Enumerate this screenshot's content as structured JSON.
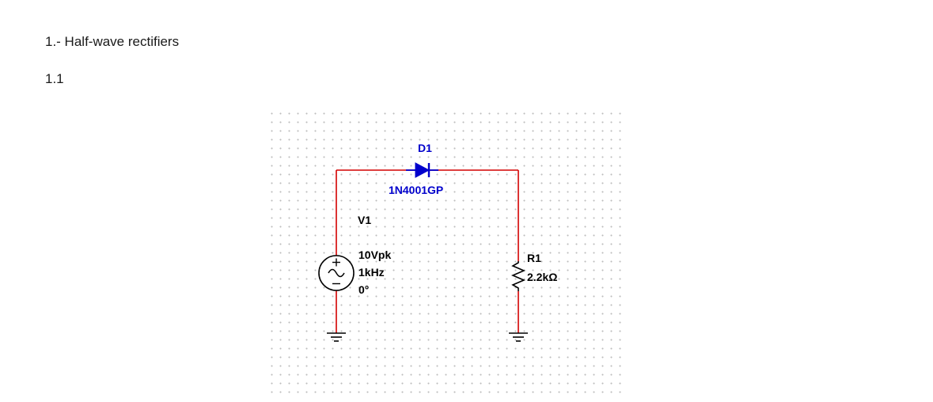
{
  "page": {
    "heading": "1.- Half-wave rectifiers",
    "subheading": "1.1"
  },
  "circuit": {
    "diode": {
      "ref": "D1",
      "part": "1N4001GP"
    },
    "source": {
      "ref": "V1",
      "amplitude": "10Vpk",
      "frequency": "1kHz",
      "phase": "0°"
    },
    "resistor": {
      "ref": "R1",
      "value": "2.2kΩ"
    },
    "colors": {
      "wire_red": "#d40000",
      "component_blue": "#0000cc",
      "label_black": "#000000",
      "grid_dot": "#bdbdbd"
    }
  }
}
